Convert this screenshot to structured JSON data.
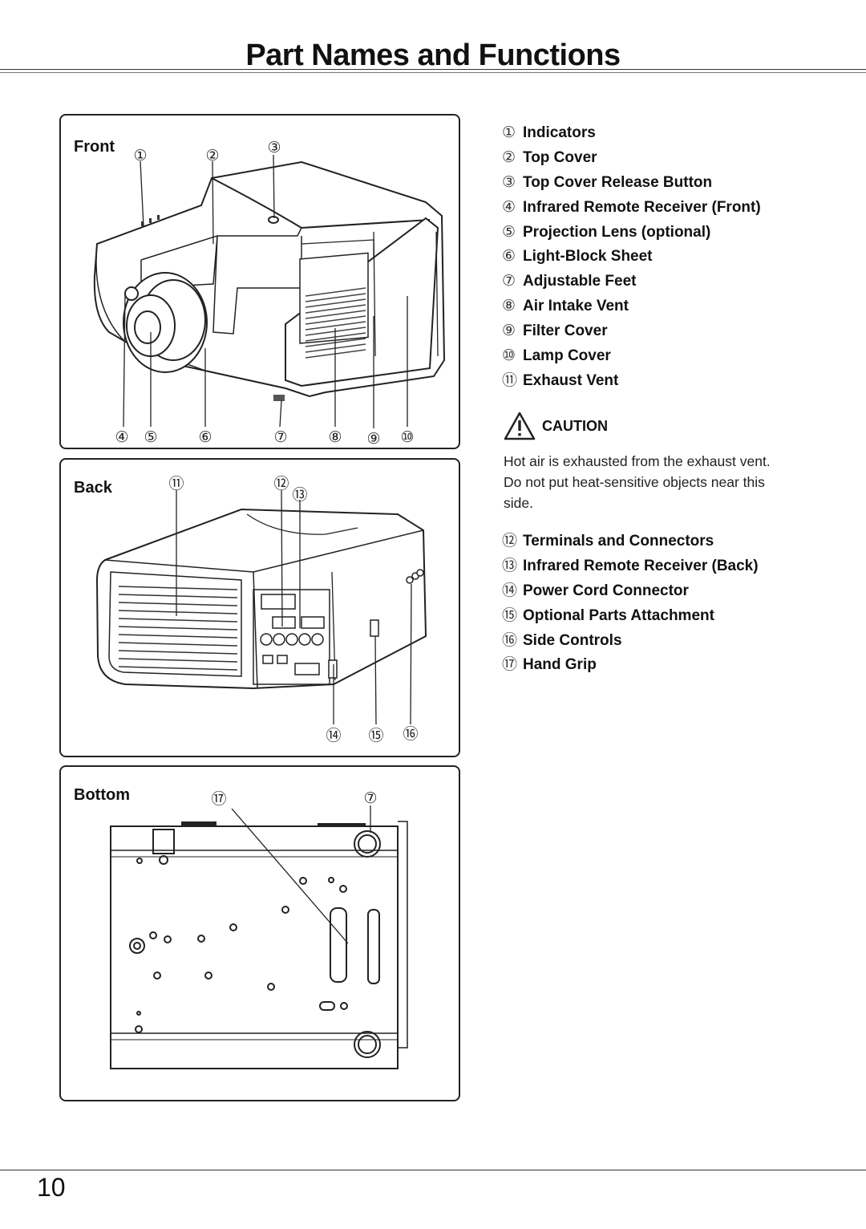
{
  "page": {
    "title": "Part Names and Functions",
    "page_number": "10"
  },
  "panels": {
    "front": {
      "label": "Front",
      "callouts": [
        "①",
        "②",
        "③",
        "④",
        "⑤",
        "⑥",
        "⑦",
        "⑧",
        "⑨",
        "⑩"
      ]
    },
    "back": {
      "label": "Back",
      "callouts": [
        "⑪",
        "⑫",
        "⑬",
        "⑭",
        "⑮",
        "⑯"
      ]
    },
    "bottom": {
      "label": "Bottom",
      "callouts": [
        "⑰",
        "⑦"
      ]
    }
  },
  "parts_a": [
    {
      "num": "①",
      "name": "Indicators"
    },
    {
      "num": "②",
      "name": "Top Cover"
    },
    {
      "num": "③",
      "name": "Top Cover Release Button"
    },
    {
      "num": "④",
      "name": "Infrared Remote Receiver (Front)"
    },
    {
      "num": "⑤",
      "name": "Projection Lens (optional)"
    },
    {
      "num": "⑥",
      "name": "Light-Block Sheet"
    },
    {
      "num": "⑦",
      "name": "Adjustable Feet"
    },
    {
      "num": "⑧",
      "name": "Air Intake Vent"
    },
    {
      "num": "⑨",
      "name": "Filter Cover"
    },
    {
      "num": "⑩",
      "name": "Lamp Cover"
    },
    {
      "num": "⑪",
      "name": "Exhaust Vent"
    }
  ],
  "caution": {
    "label": "CAUTION",
    "text": "Hot air is exhausted from the exhaust vent. Do not put heat-sensitive objects near this side."
  },
  "parts_b": [
    {
      "num": "⑫",
      "name": "Terminals and Connectors"
    },
    {
      "num": "⑬",
      "name": "Infrared Remote Receiver (Back)"
    },
    {
      "num": "⑭",
      "name": "Power Cord Connector"
    },
    {
      "num": "⑮",
      "name": "Optional Parts Attachment"
    },
    {
      "num": "⑯",
      "name": "Side Controls"
    },
    {
      "num": "⑰",
      "name": "Hand Grip"
    }
  ]
}
